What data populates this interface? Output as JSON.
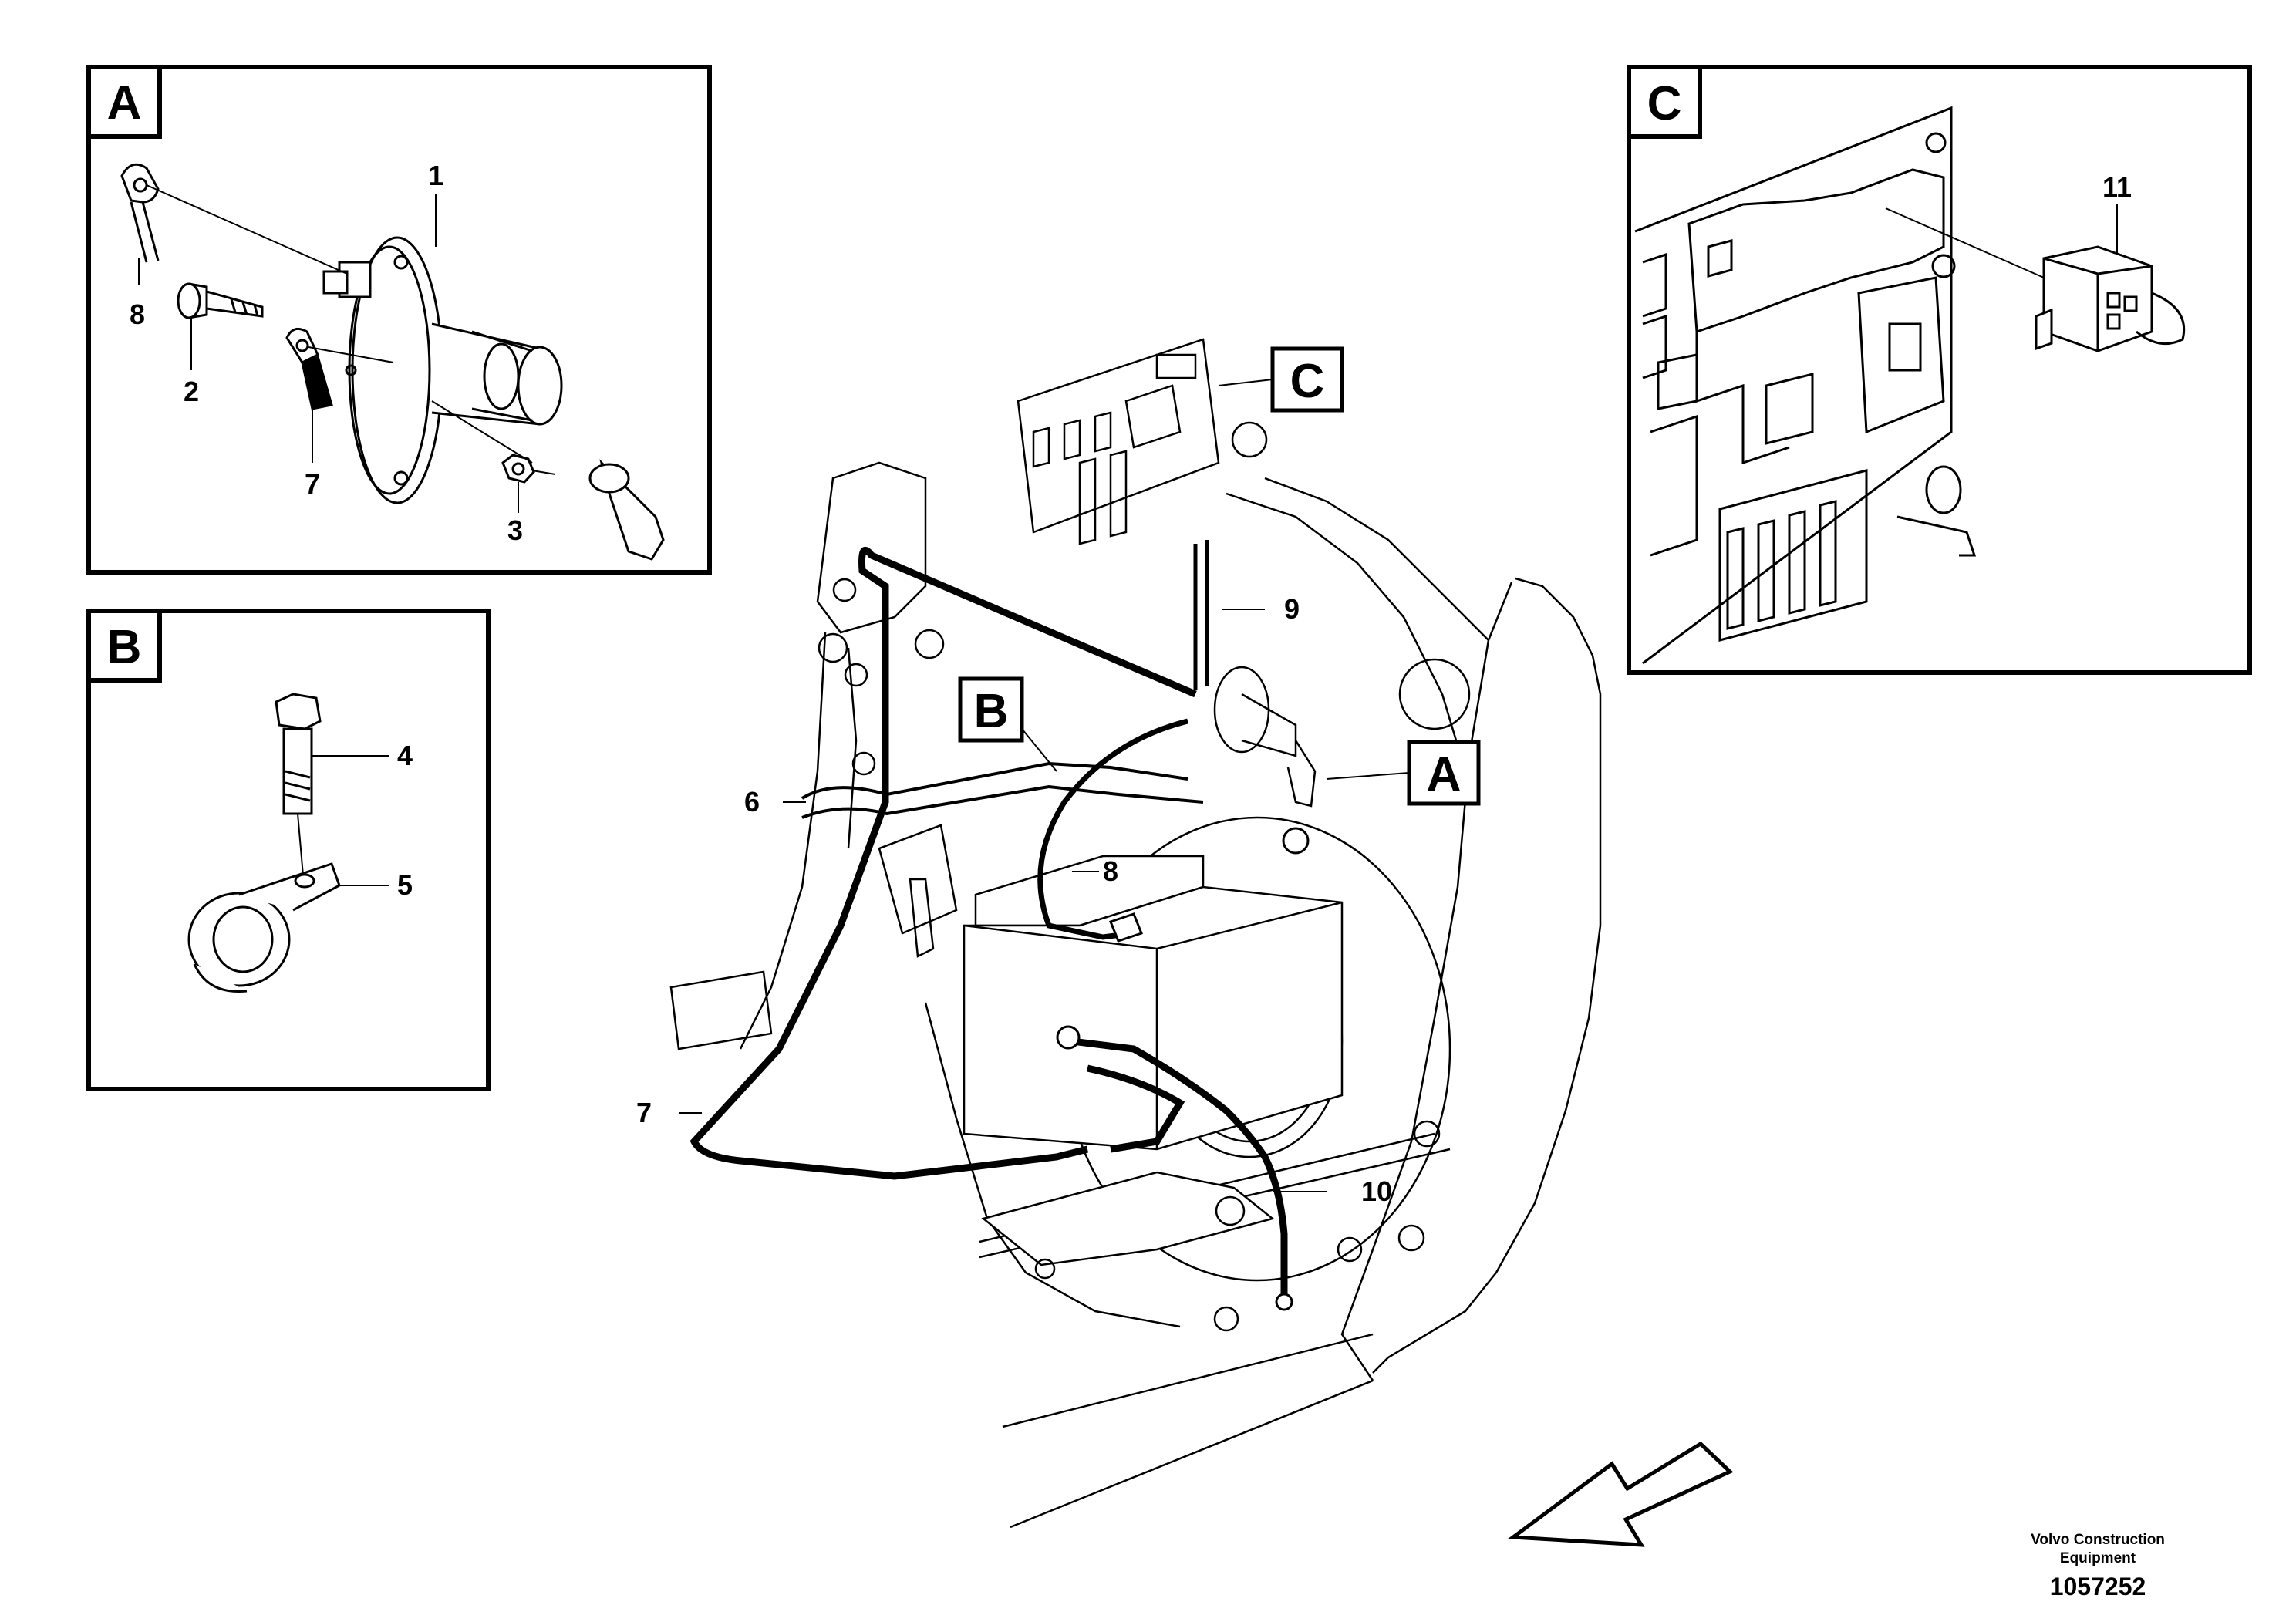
{
  "details": {
    "a": "A",
    "b": "B",
    "c": "C"
  },
  "callouts": {
    "n1": "1",
    "n2": "2",
    "n3": "3",
    "n4": "4",
    "n5": "5",
    "n6": "6",
    "n7": "7",
    "n8": "8",
    "n9": "9",
    "n10": "10",
    "n11": "11"
  },
  "footer": {
    "manufacturer_line1": "Volvo Construction",
    "manufacturer_line2": "Equipment",
    "document_number": "1057252"
  },
  "colors": {
    "ink": "#000000",
    "paper": "#ffffff"
  }
}
